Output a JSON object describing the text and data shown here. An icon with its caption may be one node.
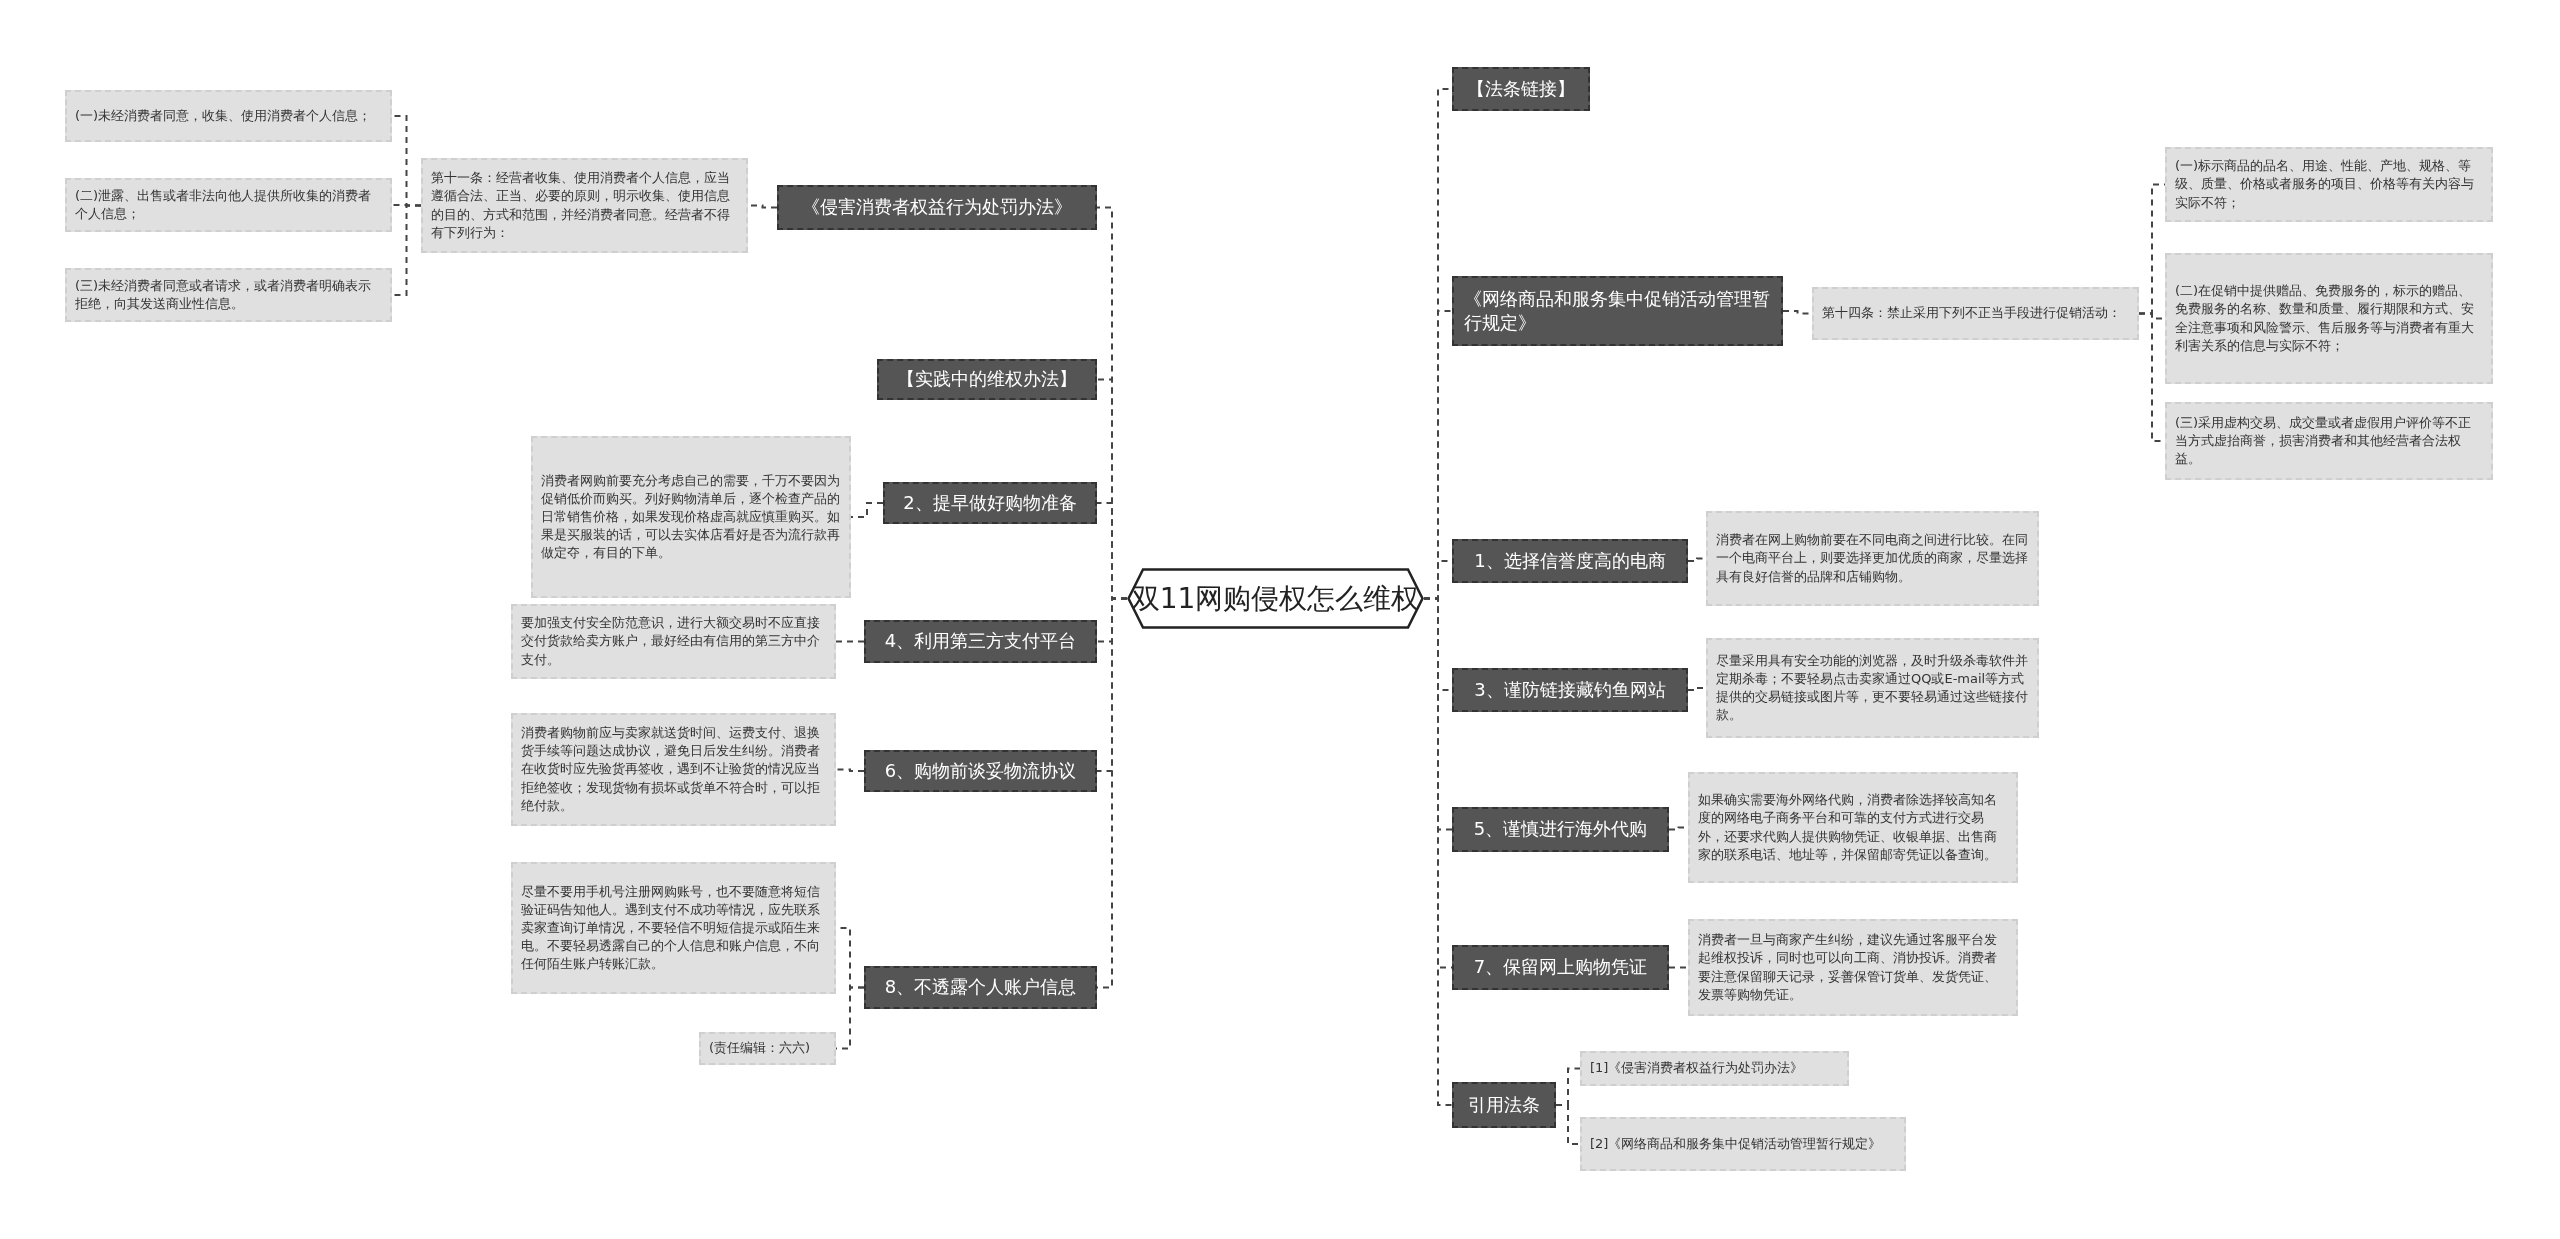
{
  "diagram": {
    "nodes": [
      {
        "text": [
          "双11网购侵权怎么维权"
        ]
      },
      {
        "text": [
          "《侵害消费者权益行为处罚办法》"
        ]
      },
      {
        "text": [
          "第十一条：经营者收集、使用消费者个人信息，应当遵循合法、正当、必要的原则，明示收集、使用信息的目的、方式和范围，并经消费者同意。经营者不得有下列行为："
        ]
      },
      {
        "text": [
          "(一)未经消费者同意，收集、使用消费者个人信息；"
        ]
      },
      {
        "text": [
          "(二)泄露、出售或者非法向他人提供所收集的消费者个人信息；"
        ]
      },
      {
        "text": [
          "(三)未经消费者同意或者请求，或者消费者明确表示拒绝，向其发送商业性信息。"
        ]
      },
      {
        "text": [
          "【实践中的维权办法】"
        ]
      },
      {
        "text": [
          "2、提早做好购物准备"
        ]
      },
      {
        "text": [
          "消费者网购前要充分考虑自己的需要，千万不要因为促销低价而购买。列好购物清单后，逐个检查产品的日常销售价格，如果发现价格虚高就应慎重购买。如果是买服装的话，可以去实体店看好是否为流行款再做定夺，有目的下单。"
        ]
      },
      {
        "text": [
          "4、利用第三方支付平台"
        ]
      },
      {
        "text": [
          "要加强支付安全防范意识，进行大额交易时不应直接交付货款给卖方账户，最好经由有信用的第三方中介支付。"
        ]
      },
      {
        "text": [
          "6、购物前谈妥物流协议"
        ]
      },
      {
        "text": [
          "消费者购物前应与卖家就送货时间、运费支付、退换货手续等问题达成协议，避免日后发生纠纷。消费者在收货时应先验货再签收，遇到不让验货的情况应当拒绝签收；发现货物有损坏或货单不符合时，可以拒绝付款。"
        ]
      },
      {
        "text": [
          "8、不透露个人账户信息"
        ]
      },
      {
        "text": [
          "尽量不要用手机号注册网购账号，也不要随意将短信验证码告知他人。遇到支付不成功等情况，应先联系卖家查询订单情况，不要轻信不明短信提示或陌生来电。不要轻易透露自己的个人信息和账户信息，不向任何陌生账户转账汇款。"
        ]
      },
      {
        "text": [
          "(责任编辑：六六)"
        ]
      },
      {
        "text": [
          "【法条链接】"
        ]
      },
      {
        "text": [
          "《网络商品和服务集中促销活动管理暂行规定》"
        ]
      },
      {
        "text": [
          "第十四条：禁止采用下列不正当手段进行促销活动："
        ]
      },
      {
        "text": [
          "(一)标示商品的品名、用途、性能、产地、规格、等级、质量、价格或者服务的项目、价格等有关内容与实际不符；"
        ]
      },
      {
        "text": [
          "(二)在促销中提供赠品、免费服务的，标示的赠品、免费服务的名称、数量和质量、履行期限和方式、安全注意事项和风险警示、售后服务等与消费者有重大利害关系的信息与实际不符；"
        ]
      },
      {
        "text": [
          "(三)采用虚构交易、成交量或者虚假用户评价等不正当方式虚抬商誉，损害消费者和其他经营者合法权益。"
        ]
      },
      {
        "text": [
          "1、选择信誉度高的电商"
        ]
      },
      {
        "text": [
          "消费者在网上购物前要在不同电商之间进行比较。在同一个电商平台上，则要选择更加优质的商家，尽量选择具有良好信誉的品牌和店铺购物。"
        ]
      },
      {
        "text": [
          "3、谨防链接藏钓鱼网站"
        ]
      },
      {
        "text": [
          "尽量采用具有安全功能的浏览器，及时升级杀毒软件并定期杀毒；不要轻易点击卖家通过QQ或E-mail等方式提供的交易链接或图片等，更不要轻易通过这些链接付款。"
        ]
      },
      {
        "text": [
          "5、谨慎进行海外代购"
        ]
      },
      {
        "text": [
          "如果确实需要海外网络代购，消费者除选择较高知名度的网络电子商务平台和可靠的支付方式进行交易外，还要求代购人提供购物凭证、收银单据、出售商家的联系电话、地址等，并保留邮寄凭证以备查询。"
        ]
      },
      {
        "text": [
          "7、保留网上购物凭证"
        ]
      },
      {
        "text": [
          "消费者一旦与商家产生纠纷，建议先通过客服平台发起维权投诉，同时也可以向工商、消协投诉。消费者要注意保留聊天记录，妥善保管订货单、发货凭证、发票等购物凭证。"
        ]
      },
      {
        "text": [
          "引用法条"
        ]
      },
      {
        "text": [
          "[1]《侵害消费者权益行为处罚办法》"
        ]
      },
      {
        "text": [
          "[2]《网络商品和服务集中促销活动管理暂行规定》"
        ]
      }
    ],
    "edges": [
      {
        "from": 0,
        "to": 1,
        "arrow": "none"
      },
      {
        "from": 1,
        "to": 2,
        "arrow": "none"
      },
      {
        "from": 2,
        "to": 3,
        "arrow": "none"
      },
      {
        "from": 2,
        "to": 4,
        "arrow": "none"
      },
      {
        "from": 2,
        "to": 5,
        "arrow": "none"
      },
      {
        "from": 0,
        "to": 6,
        "arrow": "none"
      },
      {
        "from": 0,
        "to": 7,
        "arrow": "none"
      },
      {
        "from": 7,
        "to": 8,
        "arrow": "none"
      },
      {
        "from": 0,
        "to": 9,
        "arrow": "none"
      },
      {
        "from": 9,
        "to": 10,
        "arrow": "none"
      },
      {
        "from": 0,
        "to": 11,
        "arrow": "none"
      },
      {
        "from": 11,
        "to": 12,
        "arrow": "none"
      },
      {
        "from": 0,
        "to": 13,
        "arrow": "none"
      },
      {
        "from": 13,
        "to": 14,
        "arrow": "none"
      },
      {
        "from": 13,
        "to": 15,
        "arrow": "none"
      },
      {
        "from": 0,
        "to": 16,
        "arrow": "none"
      },
      {
        "from": 0,
        "to": 17,
        "arrow": "none"
      },
      {
        "from": 17,
        "to": 18,
        "arrow": "none"
      },
      {
        "from": 18,
        "to": 19,
        "arrow": "none"
      },
      {
        "from": 18,
        "to": 20,
        "arrow": "none"
      },
      {
        "from": 18,
        "to": 21,
        "arrow": "none"
      },
      {
        "from": 0,
        "to": 22,
        "arrow": "none"
      },
      {
        "from": 22,
        "to": 23,
        "arrow": "none"
      },
      {
        "from": 0,
        "to": 24,
        "arrow": "none"
      },
      {
        "from": 24,
        "to": 25,
        "arrow": "none"
      },
      {
        "from": 0,
        "to": 26,
        "arrow": "none"
      },
      {
        "from": 26,
        "to": 27,
        "arrow": "none"
      },
      {
        "from": 0,
        "to": 28,
        "arrow": "none"
      },
      {
        "from": 28,
        "to": 29,
        "arrow": "none"
      },
      {
        "from": 0,
        "to": 30,
        "arrow": "none"
      },
      {
        "from": 30,
        "to": 31,
        "arrow": "none"
      },
      {
        "from": 30,
        "to": 32,
        "arrow": "none"
      }
    ]
  }
}
